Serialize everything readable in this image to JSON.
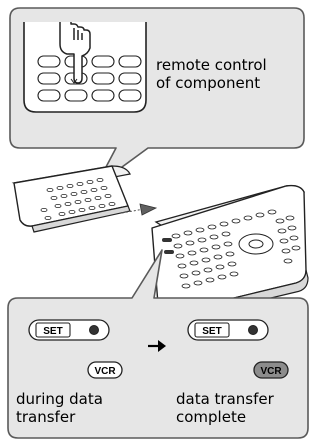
{
  "callout_top": {
    "text": "remote control\nof component"
  },
  "status_panel": {
    "set_label": "SET",
    "vcr_label": "VCR",
    "during_caption": "during data\ntransfer",
    "complete_caption": "data transfer\ncomplete"
  },
  "icons": {
    "arrow": "arrow-right",
    "hand": "pointing-hand"
  },
  "colors": {
    "callout_fill": "#e6e6e6",
    "led_fill": "#333333",
    "vcr_complete_fill": "#8c8c8c",
    "arrow_fill": "#606060"
  }
}
